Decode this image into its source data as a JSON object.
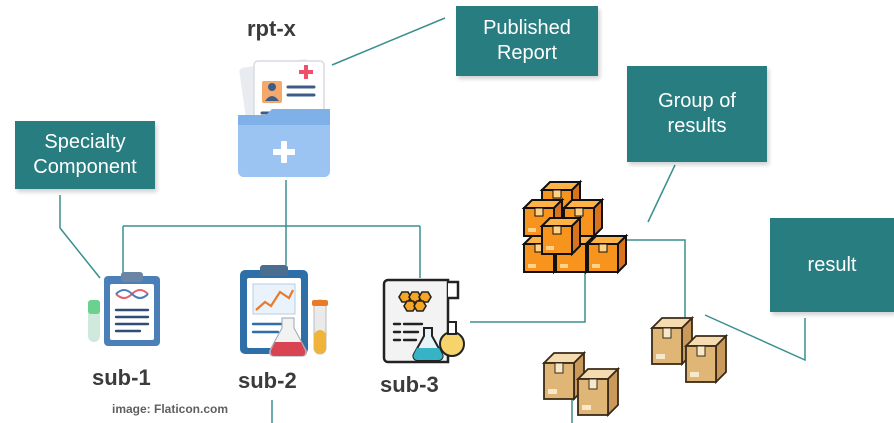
{
  "root": {
    "label": "rpt-x",
    "icon": "medical-report-folder-icon"
  },
  "callouts": {
    "published_report": "Published\nReport",
    "specialty_component": "Specialty\nComponent",
    "group_of_results": "Group of\nresults",
    "result": "result"
  },
  "subs": [
    {
      "label": "sub-1",
      "icon": "clipboard-dna-icon"
    },
    {
      "label": "sub-2",
      "icon": "clipboard-chart-flask-icon"
    },
    {
      "label": "sub-3",
      "icon": "lab-report-flasks-icon"
    }
  ],
  "group_icon": "stacked-orange-boxes-icon",
  "result_icons": [
    "cardboard-boxes-icon",
    "cardboard-boxes-icon"
  ],
  "credit": "image: Flaticon.com",
  "colors": {
    "callout_fill": "#277d7f",
    "connector": "#3a8f8f",
    "label_text": "#3b3b3b"
  }
}
